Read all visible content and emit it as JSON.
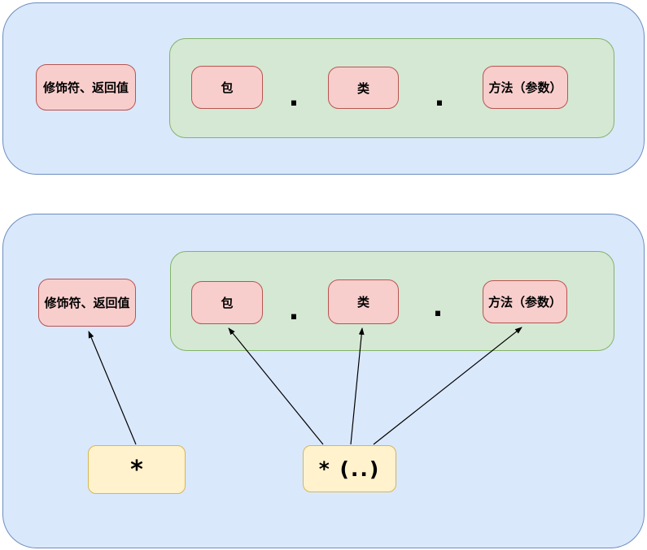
{
  "diagram_title": "pointcut-expression-structure",
  "colors": {
    "background": "#ffffff",
    "section_fill": "#dae8fc",
    "section_border": "#6c8ebf",
    "group_fill": "#d5e8d4",
    "group_border": "#82b366",
    "part_fill": "#f8cecc",
    "part_border": "#b85450",
    "wildcard_fill": "#fff2cc",
    "wildcard_border": "#d6b656",
    "arrow": "#000000",
    "text": "#000000"
  },
  "top_section": {
    "modifier_return": "修饰符、返回值",
    "package": "包",
    "separator": ".",
    "class": "类",
    "method": "方法（参数）"
  },
  "bottom_section": {
    "modifier_return": "修饰符、返回值",
    "package": "包",
    "separator": ".",
    "class": "类",
    "method": "方法（参数）",
    "wildcard_star": "*",
    "wildcard_star_args": "* (..)"
  },
  "arrows": [
    {
      "from": "wildcard_star",
      "to": "modifier_return"
    },
    {
      "from": "wildcard_star_args",
      "to": "package"
    },
    {
      "from": "wildcard_star_args",
      "to": "class"
    },
    {
      "from": "wildcard_star_args",
      "to": "method"
    }
  ]
}
